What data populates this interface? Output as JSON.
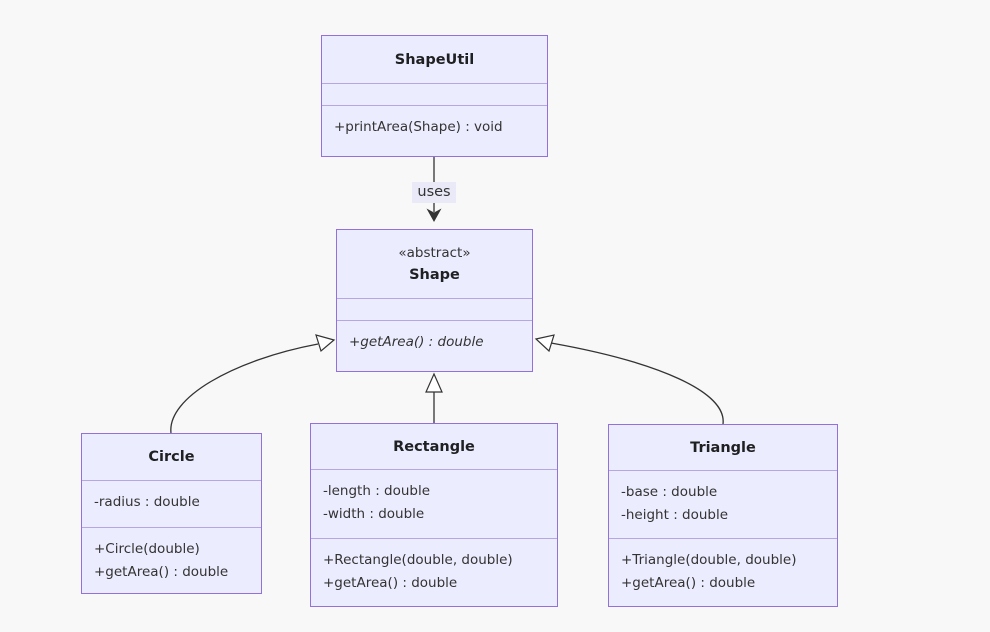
{
  "diagram": {
    "type": "uml-class-diagram",
    "edge_label_uses": "uses",
    "classes": [
      {
        "name": "ShapeUtil",
        "annotation": "",
        "attributes": [],
        "methods": [
          "+printArea(Shape) : void"
        ]
      },
      {
        "name": "Shape",
        "annotation": "«abstract»",
        "attributes": [],
        "methods": [
          "+getArea() : double"
        ]
      },
      {
        "name": "Circle",
        "annotation": "",
        "attributes": [
          "-radius : double"
        ],
        "methods": [
          "+Circle(double)",
          "+getArea() : double"
        ]
      },
      {
        "name": "Rectangle",
        "annotation": "",
        "attributes": [
          "-length : double",
          "-width : double"
        ],
        "methods": [
          "+Rectangle(double, double)",
          "+getArea() : double"
        ]
      },
      {
        "name": "Triangle",
        "annotation": "",
        "attributes": [
          "-base : double",
          "-height : double"
        ],
        "methods": [
          "+Triangle(double, double)",
          "+getArea() : double"
        ]
      }
    ],
    "relations": [
      {
        "from": "ShapeUtil",
        "to": "Shape",
        "type": "dependency",
        "label": "uses"
      },
      {
        "from": "Circle",
        "to": "Shape",
        "type": "inheritance"
      },
      {
        "from": "Rectangle",
        "to": "Shape",
        "type": "inheritance"
      },
      {
        "from": "Triangle",
        "to": "Shape",
        "type": "inheritance"
      }
    ],
    "colors": {
      "node_fill": "#ECECFF",
      "node_border": "#9370DB",
      "divider": "#b7a6e2",
      "edge_line": "#333333",
      "edge_label_bg": "#e9e9f8",
      "background": "#f8f8f9",
      "text": "#333333"
    }
  }
}
